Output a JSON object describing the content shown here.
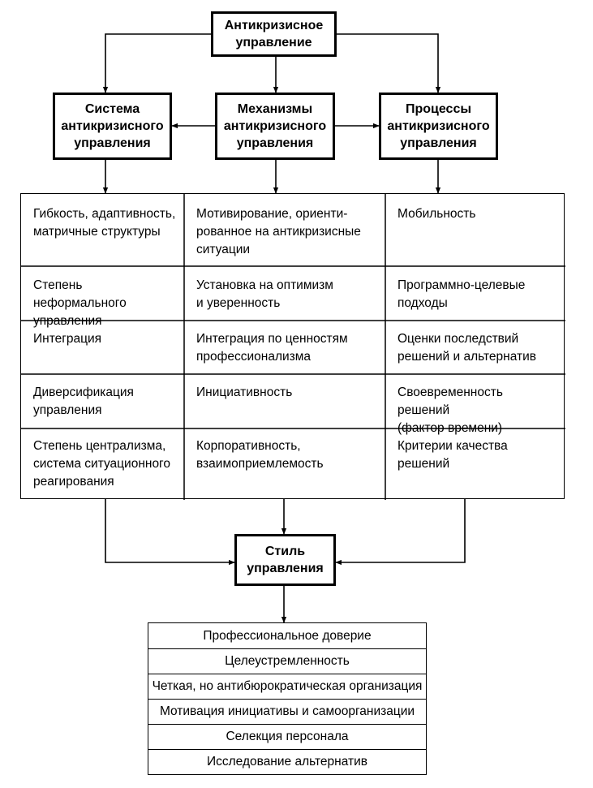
{
  "top": {
    "line1": "Антикризисное",
    "line2": "управление"
  },
  "columns": [
    {
      "header": [
        "Система",
        "антикризисного",
        "управления"
      ],
      "cells": [
        [
          "Гибкость, адаптивность,",
          "матричные структуры"
        ],
        [
          "Степень неформального",
          "управления"
        ],
        [
          "Интеграция"
        ],
        [
          "Диверсификация",
          "управления"
        ],
        [
          "Степень централизма,",
          "система ситуационного",
          "реагирования"
        ]
      ]
    },
    {
      "header": [
        "Механизмы",
        "антикризисного",
        "управления"
      ],
      "cells": [
        [
          "Мотивирование, ориенти-",
          "рованное на антикризисные",
          "ситуации"
        ],
        [
          "Установка на оптимизм",
          "и уверенность"
        ],
        [
          "Интеграция по ценностям",
          "профессионализма"
        ],
        [
          "Инициативность"
        ],
        [
          "Корпоративность,",
          "взаимоприемлемость"
        ]
      ]
    },
    {
      "header": [
        "Процессы",
        "антикризисного",
        "управления"
      ],
      "cells": [
        [
          "Мобильность"
        ],
        [
          "Программно-целевые",
          "подходы"
        ],
        [
          "Оценки последствий",
          "решений и альтернатив"
        ],
        [
          "Своевременность решений",
          "(фактор времени)"
        ],
        [
          "Критерии качества",
          "решений"
        ]
      ]
    }
  ],
  "style_box": {
    "line1": "Стиль",
    "line2": "управления"
  },
  "style_items": [
    "Профессиональное доверие",
    "Целеустремленность",
    "Четкая, но антибюрократическая организация",
    "Мотивация инициативы и самоорганизации",
    "Селекция персонала",
    "Исследование альтернатив"
  ]
}
